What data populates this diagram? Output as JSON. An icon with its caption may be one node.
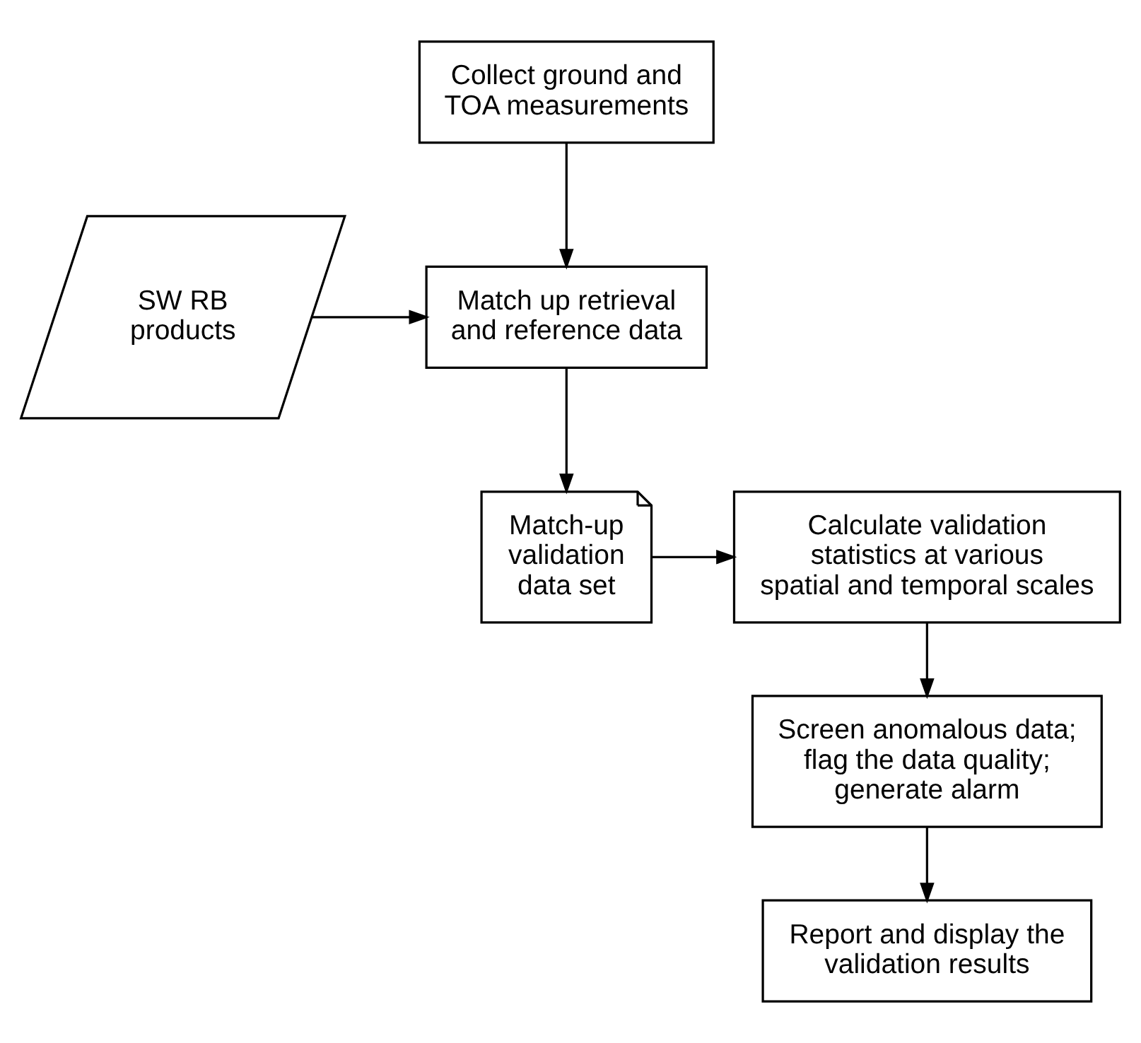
{
  "diagram": {
    "nodes": [
      {
        "text": [
          "Collect ground and TOA measurements"
        ]
      },
      {
        "text": [
          "SW RB products"
        ]
      },
      {
        "text": [
          "Match up retrieval and reference data"
        ]
      },
      {
        "text": [
          "Match-up validation data set"
        ]
      },
      {
        "text": [
          "Calculate validation statistics at various spatial and temporal scales"
        ]
      },
      {
        "text": [
          "Screen anomalous data; flag the data quality; generate alarm"
        ]
      },
      {
        "text": [
          "Report and display the validation results"
        ]
      }
    ],
    "edges": [
      {
        "from": 0,
        "to": 2,
        "arrow": "to"
      },
      {
        "from": 1,
        "to": 2,
        "arrow": "to"
      },
      {
        "from": 2,
        "to": 3,
        "arrow": "to"
      },
      {
        "from": 3,
        "to": 4,
        "arrow": "to"
      },
      {
        "from": 4,
        "to": 5,
        "arrow": "to"
      },
      {
        "from": 5,
        "to": 6,
        "arrow": "to"
      }
    ]
  }
}
